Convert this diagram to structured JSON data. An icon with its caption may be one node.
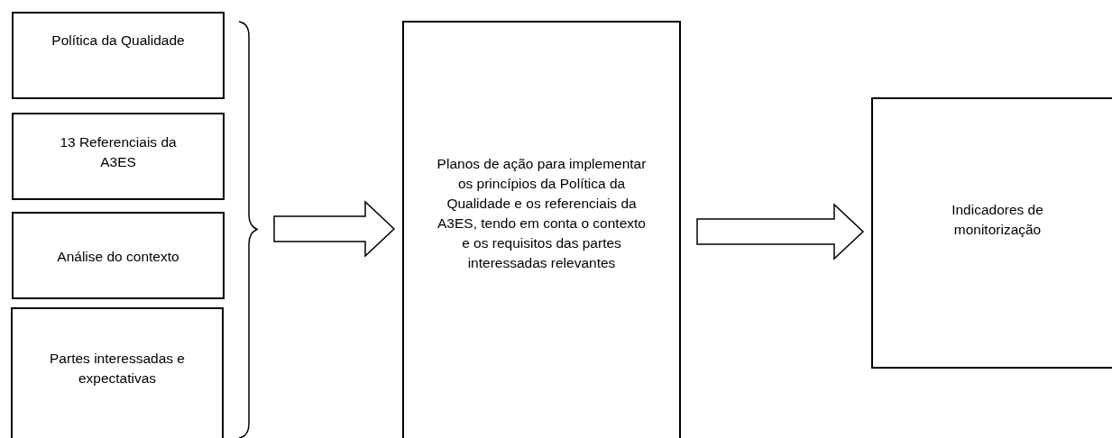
{
  "diagram": {
    "nodes": [
      {
        "text": [
          "Política da Qualidade"
        ]
      },
      {
        "text": [
          "13 Referenciais da A3ES"
        ]
      },
      {
        "text": [
          "Análise do contexto"
        ]
      },
      {
        "text": [
          "Partes interessadas e expectativas"
        ]
      },
      {
        "text": [],
        "shape": "brace"
      },
      {
        "text": [
          "Planos de ação para implementar os princípios da Política da Qualidade e os referenciais da A3ES, tendo em conta o contexto e os requisitos das partes interessadas relevantes"
        ]
      },
      {
        "text": [
          "Indicadores de monitorização"
        ]
      }
    ],
    "edges": [
      {
        "from": 4,
        "to": 5,
        "arrow": "to"
      },
      {
        "from": 5,
        "to": 6,
        "arrow": "to"
      }
    ]
  }
}
